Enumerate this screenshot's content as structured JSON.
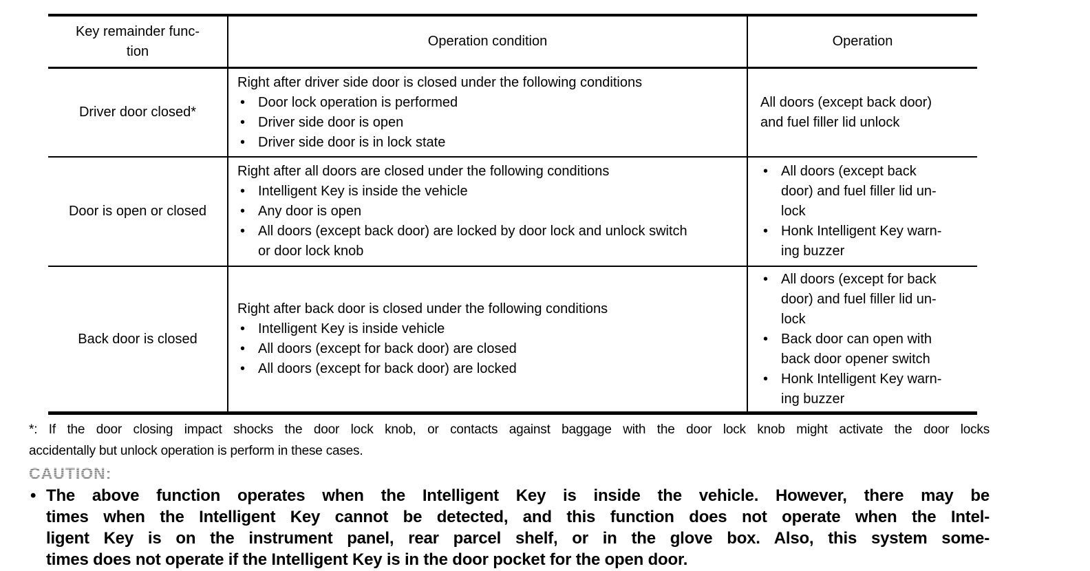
{
  "document": {
    "colors": {
      "text": "#000000",
      "background": "#ffffff",
      "caution_gray": "#8f8f8f"
    },
    "table": {
      "col_headers": [
        "Key remainder func-\ntion",
        "Operation condition",
        "Operation"
      ],
      "rows": [
        {
          "function": "Driver door closed*",
          "condition_intro": "Right after driver side door is closed under the following conditions",
          "condition_bullets": [
            "Door lock operation is performed",
            "Driver side door is open",
            "Driver side door is in lock state"
          ],
          "operation": "All doors (except back door)\nand fuel filler lid unlock"
        },
        {
          "function": "Door is open or closed",
          "condition_intro": "Right after all doors are closed under the following conditions",
          "condition_bullets": [
            "Intelligent Key is inside the vehicle",
            "Any door is open",
            "All doors (except back door) are locked by door lock and unlock switch\nor door lock knob"
          ],
          "operation_bullets": [
            "All doors (except back\ndoor) and fuel filler lid un-\nlock",
            "Honk Intelligent Key warn-\ning buzzer"
          ]
        },
        {
          "function": "Back door is closed",
          "condition_intro": "Right after back door is closed under the following conditions",
          "condition_bullets": [
            "Intelligent Key is inside vehicle",
            "All doors (except for back door) are closed",
            "All doors (except for back door) are locked"
          ],
          "operation_bullets": [
            "All doors (except for back\ndoor) and fuel filler lid un-\nlock",
            "Back door can open with\nback door opener switch",
            "Honk Intelligent Key warn-\ning buzzer"
          ]
        }
      ]
    },
    "footnote": {
      "lines": [
        "*: If the door closing impact shocks the door lock knob, or contacts against baggage with the door lock knob might activate the door locks",
        "accidentally but unlock operation is perform in these cases."
      ]
    },
    "caution": {
      "label": "CAUTION:",
      "bullet_glyph": "•",
      "items": [
        {
          "lines": [
            "The above function operates when the Intelligent Key is inside the vehicle. However, there may be",
            "times when the Intelligent Key cannot be detected, and this function does not operate when the Intel-",
            "ligent Key is on the instrument panel, rear parcel shelf, or in the glove box. Also, this system some-",
            "times does not operate if the Intelligent Key is in the door pocket for the open door."
          ]
        }
      ]
    }
  }
}
